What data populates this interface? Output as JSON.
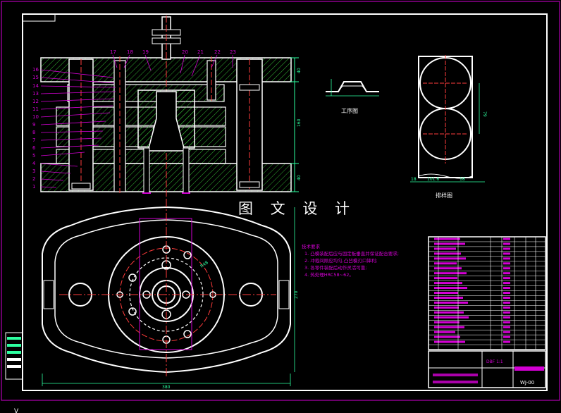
{
  "watermark": "图 文 设 计",
  "colors": {
    "background": "#000000",
    "line": "#ffffff",
    "accent": "#d400d4",
    "center": "#ff3b3b",
    "dim": "#2dffa0",
    "hatch": "#3fdc3f"
  },
  "section": {
    "left_callouts": [
      "16",
      "15",
      "14",
      "13",
      "12",
      "11",
      "10",
      "9",
      "8",
      "7",
      "6",
      "5",
      "4",
      "3",
      "2",
      "1"
    ],
    "top_callouts": [
      "17",
      "18",
      "19",
      "20",
      "21",
      "22",
      "23"
    ],
    "dims": [
      "160",
      "40",
      "40"
    ]
  },
  "process_view": {
    "caption": "工序图"
  },
  "layout_view": {
    "caption": "排样图",
    "dims": [
      "79",
      "18",
      "101.6",
      "18"
    ]
  },
  "plan_view": {
    "dims": [
      "R48",
      "380",
      "270"
    ]
  },
  "notes": {
    "title": "技术要求",
    "lines": [
      "1. 凸模装配后应与固定板垂直并保证配合要求;",
      "2. 冲裁间隙应均匀,凸凹模刃口锋利;",
      "3. 各零件装配后动作灵活可靠;",
      "4. 热处理HRC58~62。"
    ]
  },
  "title_block": {
    "drawing_no": "WJ-00",
    "scale": "DBF 1:1"
  },
  "corner_mark": "V"
}
